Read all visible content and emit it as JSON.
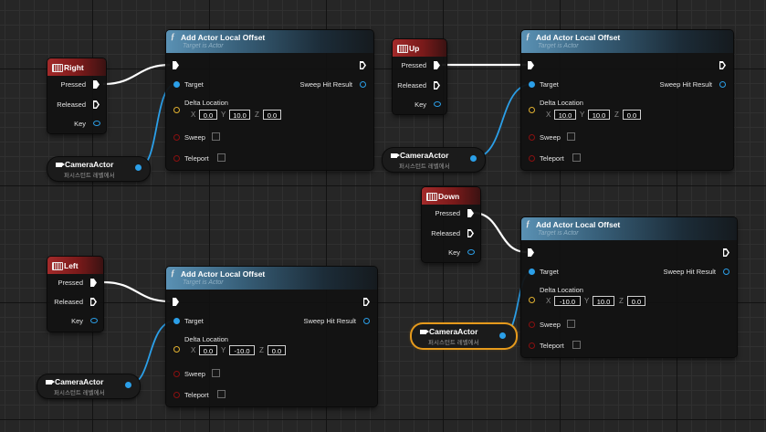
{
  "canvas": {
    "background": "#262626",
    "selection_color": "#e69a1c",
    "object_pin_color": "#2b9fe8",
    "vector_pin_color": "#e0b030",
    "bool_pin_color": "#8a1010"
  },
  "event_pins": {
    "pressed": "Pressed",
    "released": "Released",
    "key": "Key"
  },
  "events": {
    "right": {
      "title": "Right"
    },
    "up": {
      "title": "Up"
    },
    "down": {
      "title": "Down"
    },
    "left": {
      "title": "Left"
    }
  },
  "function_node": {
    "title": "Add Actor Local Offset",
    "subtitle": "Target is Actor",
    "icon": "function-icon",
    "target": "Target",
    "sweep_hit_result": "Sweep Hit Result",
    "delta_location": "Delta Location",
    "sweep": "Sweep",
    "teleport": "Teleport",
    "axis_x": "X",
    "axis_y": "Y",
    "axis_z": "Z"
  },
  "offsets": {
    "right": {
      "x": "0.0",
      "y": "10.0",
      "z": "0.0"
    },
    "up": {
      "x": "10.0",
      "y": "10.0",
      "z": "0.0"
    },
    "down": {
      "x": "-10.0",
      "y": "10.0",
      "z": "0.0"
    },
    "left": {
      "x": "0.0",
      "y": "-10.0",
      "z": "0.0"
    }
  },
  "camera_actor": {
    "name": "CameraActor",
    "subtitle": "퍼시스턴트 레벨에서",
    "icon": "camera-icon"
  }
}
